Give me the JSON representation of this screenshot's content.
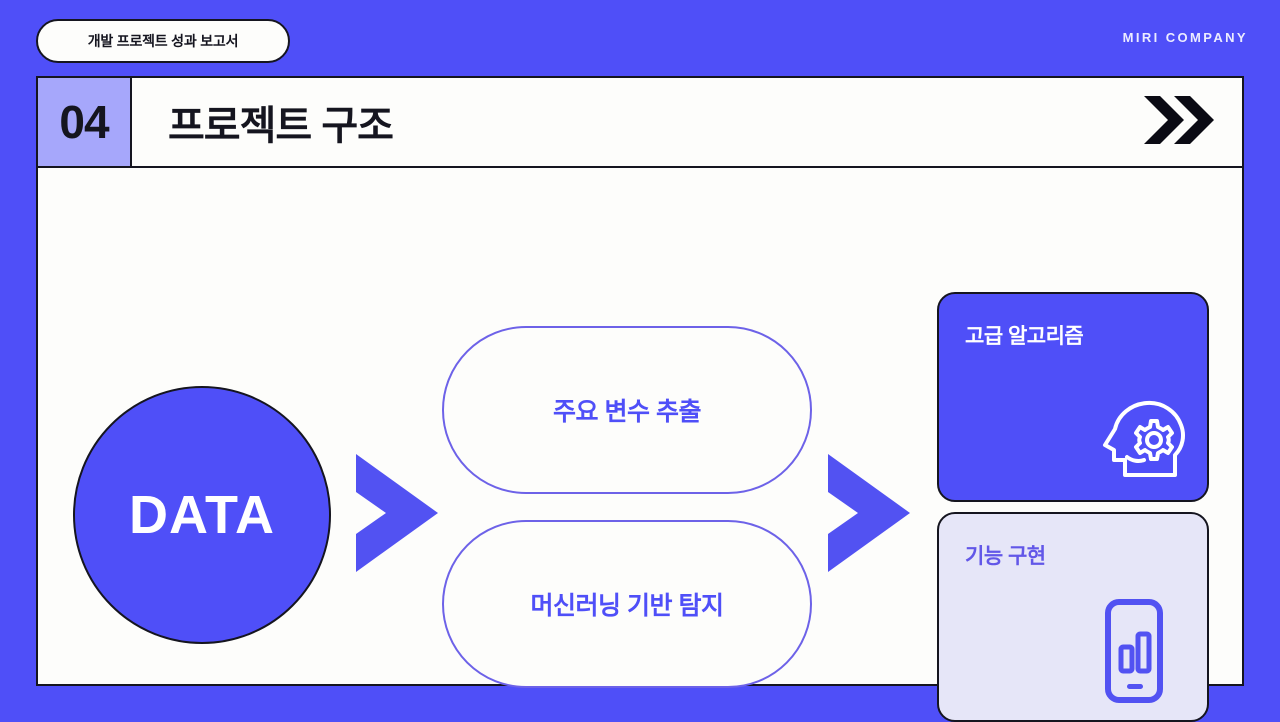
{
  "colors": {
    "background_blue": "#4f4ff8",
    "panel_white": "#fdfdfb",
    "ink_black": "#15151f",
    "badge_lavender": "#a6a7fb",
    "pill_border": "#6d62e8",
    "card_lavender": "#e6e6f8",
    "accent_text": "#6257e8"
  },
  "topbar": {
    "document_title": "개발 프로젝트 성과 보고서",
    "company": "MIRI COMPANY"
  },
  "header": {
    "section_number": "04",
    "section_title": "프로젝트 구조",
    "chevron_icon": "double-chevron-right-icon"
  },
  "flow": {
    "source": {
      "label": "DATA",
      "shape": "circle"
    },
    "arrows": [
      {
        "name": "flow-arrow-1",
        "icon": "chevron-right-arrow-icon"
      },
      {
        "name": "flow-arrow-2",
        "icon": "chevron-right-arrow-icon"
      }
    ],
    "steps": [
      {
        "label": "주요 변수 추출"
      },
      {
        "label": "머신러닝 기반 탐지"
      }
    ],
    "outcomes": [
      {
        "title": "고급 알고리즘",
        "icon": "head-with-gear-icon",
        "style": "primary"
      },
      {
        "title": "기능 구현",
        "icon": "mobile-bar-chart-icon",
        "style": "secondary"
      }
    ]
  }
}
